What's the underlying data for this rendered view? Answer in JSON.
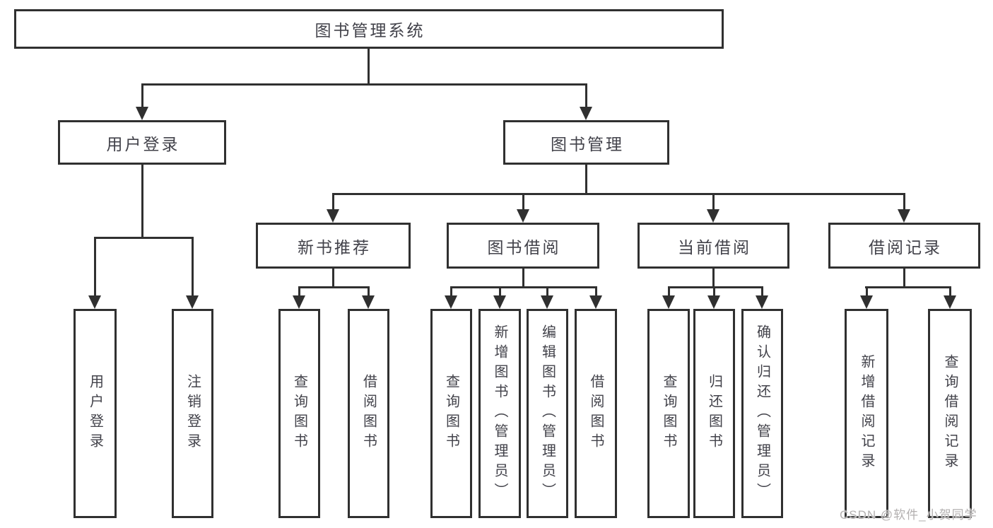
{
  "tree": {
    "root": "图书管理系统",
    "level2": [
      "用户登录",
      "图书管理"
    ],
    "level3": [
      "新书推荐",
      "图书借阅",
      "当前借阅",
      "借阅记录"
    ],
    "leaves_user_login": [
      "用户登录",
      "注销登录"
    ],
    "leaves_new_book": [
      "查询图书",
      "借阅图书"
    ],
    "leaves_book_borrow": [
      "查询图书",
      "新增图书（管理员）",
      "编辑图书（管理员）",
      "借阅图书"
    ],
    "leaves_current_borrow": [
      "查询图书",
      "归还图书",
      "确认归还（管理员）"
    ],
    "leaves_borrow_records": [
      "新增借阅记录",
      "查询借阅记录"
    ]
  },
  "watermark": "CSDN @软件_小贺同学",
  "colors": {
    "line": "#303030",
    "text": "#42424a",
    "watermark": "#b3b0b0",
    "background": "#ffffff"
  }
}
